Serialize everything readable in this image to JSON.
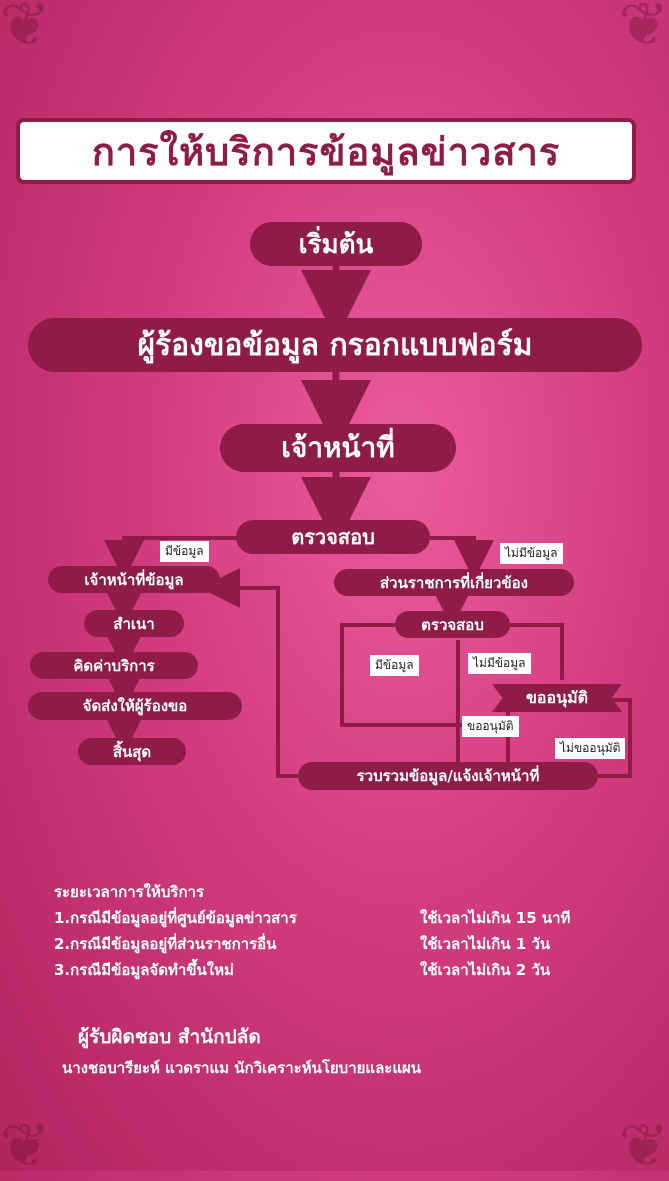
{
  "title": "การให้บริการข้อมูลข่าวสาร",
  "flow": {
    "start": "เริ่มต้น",
    "requester": "ผู้ร้องขอข้อมูล กรอกแบบฟอร์ม",
    "officer": "เจ้าหน้าที่",
    "check": "ตรวจสอบ",
    "has_info": "มีข้อมูล",
    "no_info": "ไม่มีข้อมูล",
    "left_branch": [
      "เจ้าหน้าที่ข้อมูล",
      "สำเนา",
      "คิดค่าบริการ",
      "จัดส่งให้ผู้ร้องขอ",
      "สิ้นสุด"
    ],
    "related_unit": "ส่วนราชการที่เกี่ยวข้อง",
    "check2": "ตรวจสอบ",
    "has_info2": "มีข้อมูล",
    "no_info2": "ไม่มีข้อมูล",
    "request_approval": "ขออนุมัติ",
    "approved": "ขออนุมัติ",
    "not_approved": "ไม่ขออนุมัติ",
    "collect": "รวบรวมข้อมูล/แจ้งเจ้าหน้าที่"
  },
  "service_time": {
    "heading": "ระยะเวลาการให้บริการ",
    "rows": [
      {
        "case": "1.กรณีมีข้อมูลอยู่ที่ศูนย์ข้อมูลข่าวสาร",
        "time": "ใช้เวลาไม่เกิน 15 นาที"
      },
      {
        "case": "2.กรณีมีข้อมูลอยู่ที่ส่วนราชการอื่น",
        "time": "ใช้เวลาไม่เกิน 1 วัน"
      },
      {
        "case": "3.กรณีมีข้อมูลจัดทำขึ้นใหม่",
        "time": "ใช้เวลาไม่เกิน 2 วัน"
      }
    ]
  },
  "responsible": {
    "line1": "ผู้รับผิดชอบ สำนักปลัด",
    "line2": "นางชอบารียะห์ แวดราแม นักวิเคราะห์นโยบายและแผน"
  },
  "colors": {
    "background": "#d23c7e",
    "accent": "#8e1c47",
    "label_bg": "#ffffff"
  }
}
